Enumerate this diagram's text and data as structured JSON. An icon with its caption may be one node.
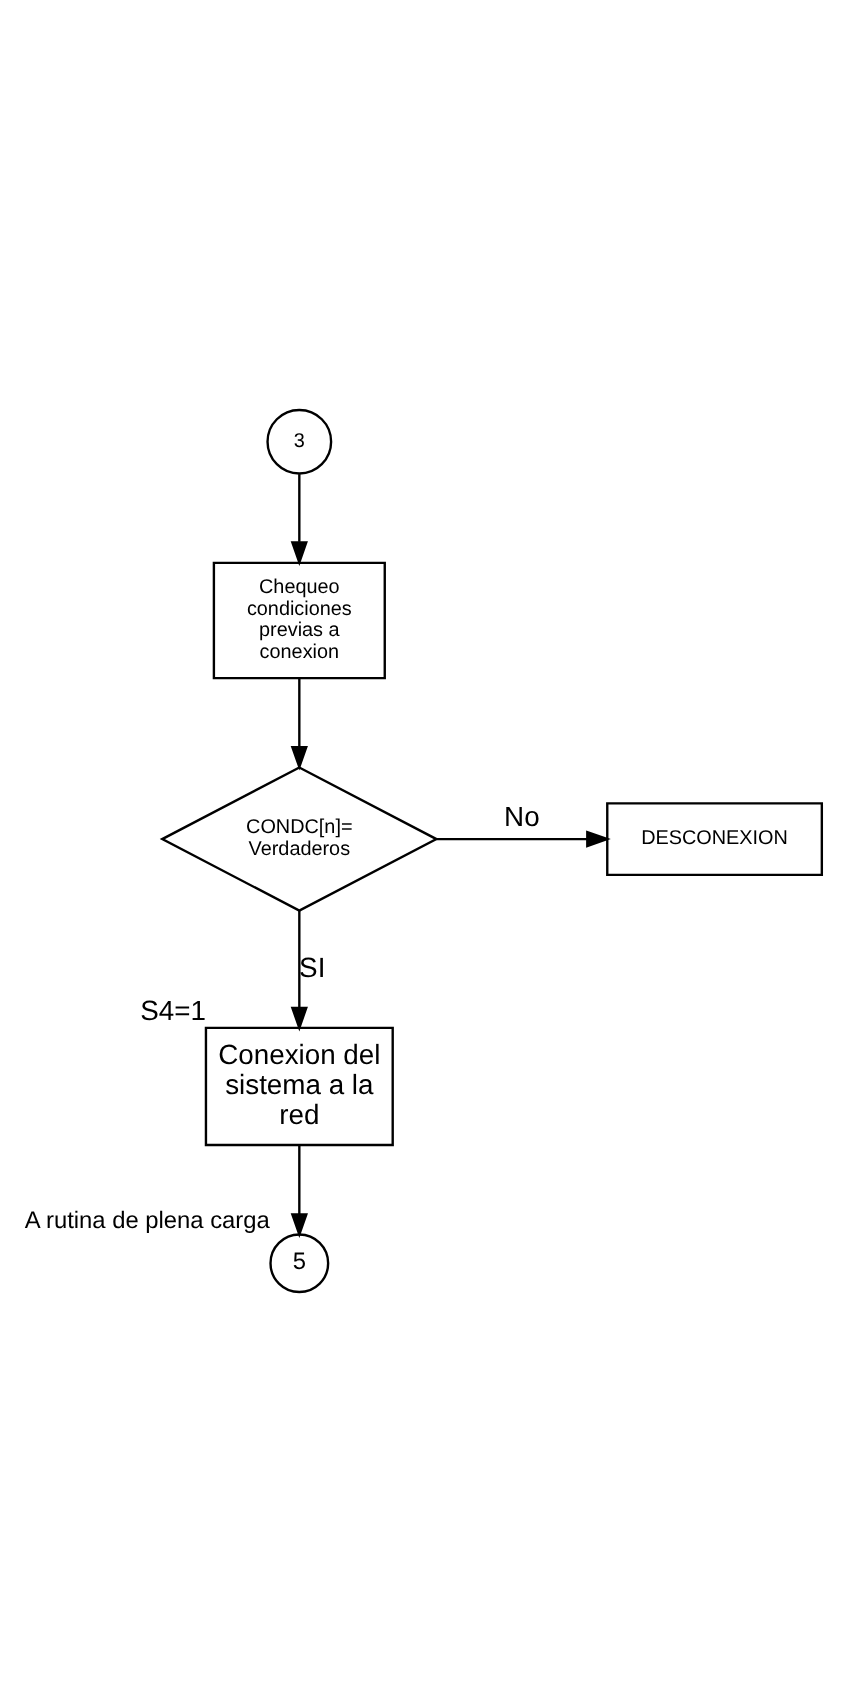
{
  "diagram": {
    "nodes": [
      {
        "text": [
          "3"
        ]
      },
      {
        "text": [
          "Chequeo condiciones previas a conexion"
        ]
      },
      {
        "text": [
          "CONDC[n]= Verdaderos"
        ]
      },
      {
        "text": [
          "DESCONEXION"
        ]
      },
      {
        "text": [
          "Conexion del sistema a la red"
        ],
        "beside": [
          "S4=1"
        ]
      },
      {
        "text": [
          "5"
        ],
        "beside": [
          "A rutina de plena carga"
        ]
      }
    ],
    "edges": [
      {
        "from": 0,
        "to": 1,
        "arrow": "to"
      },
      {
        "from": 1,
        "to": 2,
        "arrow": "to"
      },
      {
        "from": 2,
        "to": 3,
        "arrow": "to",
        "label": "No"
      },
      {
        "from": 2,
        "to": 4,
        "arrow": "to",
        "label": "SI"
      },
      {
        "from": 4,
        "to": 5,
        "arrow": "to"
      }
    ]
  }
}
